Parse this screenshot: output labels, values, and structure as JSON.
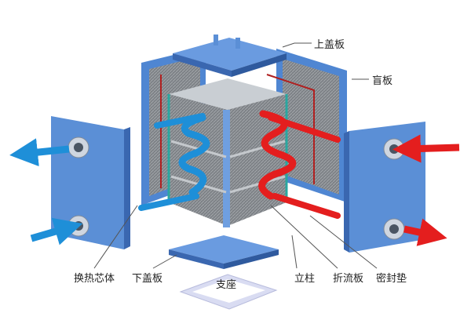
{
  "labels": {
    "top_cover": "上盖板",
    "blind_plate": "盲板",
    "core": "换热芯体",
    "bottom_cover": "下盖板",
    "support": "支座",
    "column": "立柱",
    "baffle": "折流板",
    "gasket": "密封垫"
  },
  "colors": {
    "plate_blue": "#5b8fd6",
    "plate_dark": "#3a67b0",
    "cold_flow": "#1e8fd8",
    "hot_flow": "#e41e1e",
    "gasket_red": "#b02020",
    "core_grey": "#8a8f94",
    "support": "#d9dcf2"
  }
}
